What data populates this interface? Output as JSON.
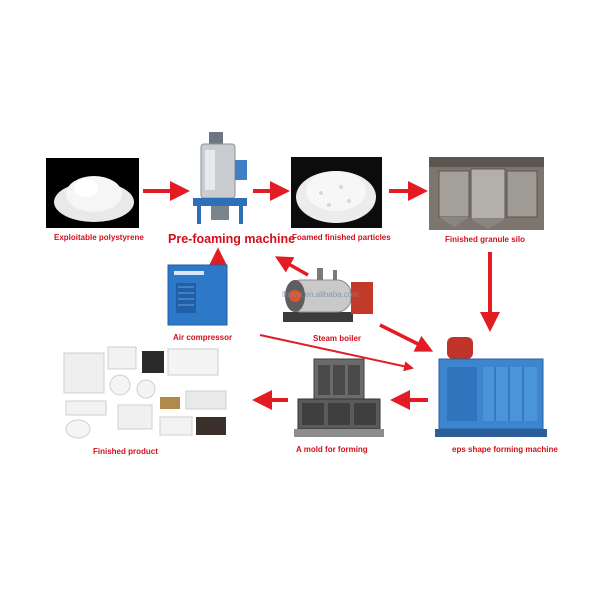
{
  "diagram": {
    "accent_color": "#e31b23",
    "nodes": {
      "polystyrene": {
        "label": "Exploitable polystyrene",
        "icon": "white-granule-pile"
      },
      "prefoaming": {
        "label": "Pre-foaming machine",
        "icon": "pre-foaming-machine"
      },
      "foamed": {
        "label": "Foamed finished particles",
        "icon": "foamed-bead-pile"
      },
      "silo": {
        "label": "Finished granule silo",
        "icon": "granule-silo"
      },
      "compressor": {
        "label": "Air compressor",
        "icon": "air-compressor"
      },
      "boiler": {
        "label": "Steam boiler",
        "icon": "steam-boiler"
      },
      "eps_machine": {
        "label": "eps shape forming machine",
        "icon": "shape-forming-machine"
      },
      "mold": {
        "label": "A mold for forming",
        "icon": "forming-mold"
      },
      "product": {
        "label": "Finished product",
        "icon": "eps-products"
      }
    },
    "watermark": "lkdeyi.en.alibaba.com"
  }
}
